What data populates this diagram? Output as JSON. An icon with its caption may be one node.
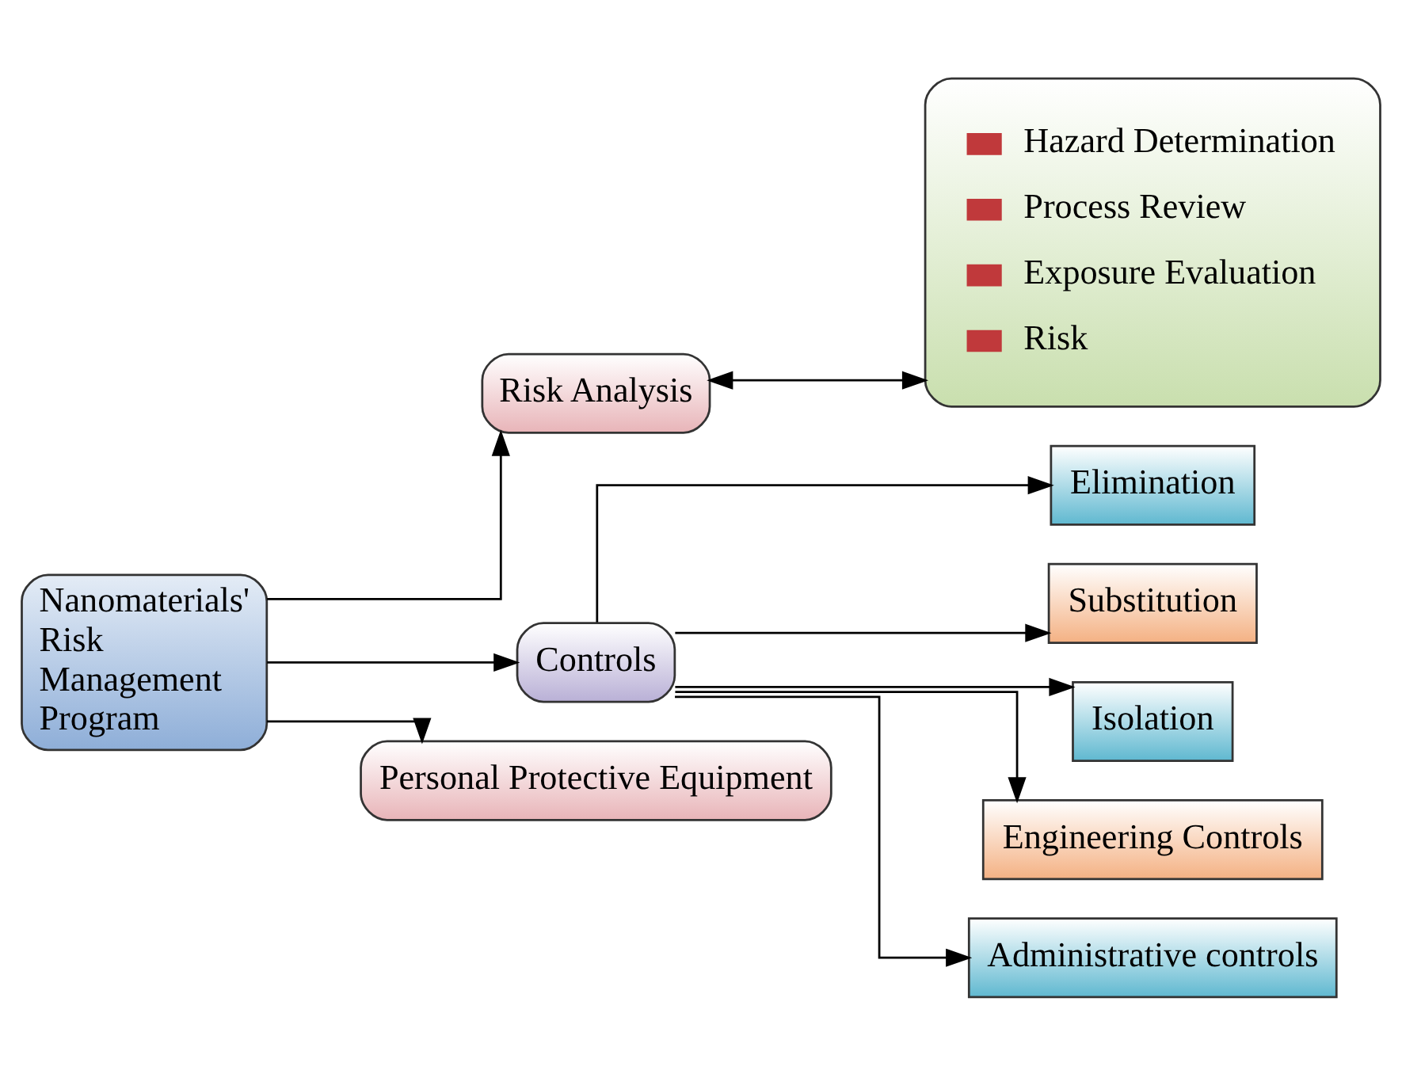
{
  "diagram": {
    "nodes": [
      {
        "text": [
          "Nanomaterials' Risk Management Program"
        ]
      },
      {
        "text": [
          "Risk Analysis"
        ]
      },
      {
        "text": [
          "Hazard Determination",
          "Process Review",
          "Exposure Evaluation",
          "Risk"
        ]
      },
      {
        "text": [
          "Controls"
        ]
      },
      {
        "text": [
          "Elimination"
        ]
      },
      {
        "text": [
          "Substitution"
        ]
      },
      {
        "text": [
          "Isolation"
        ]
      },
      {
        "text": [
          "Engineering Controls"
        ]
      },
      {
        "text": [
          "Administrative controls"
        ]
      },
      {
        "text": [
          "Personal Protective Equipment"
        ]
      }
    ],
    "edges": [
      {
        "from": 0,
        "to": 1,
        "arrow": "to"
      },
      {
        "from": 1,
        "to": 2,
        "arrow": "both"
      },
      {
        "from": 0,
        "to": 3,
        "arrow": "to"
      },
      {
        "from": 3,
        "to": 4,
        "arrow": "to"
      },
      {
        "from": 3,
        "to": 5,
        "arrow": "to"
      },
      {
        "from": 3,
        "to": 6,
        "arrow": "to"
      },
      {
        "from": 3,
        "to": 7,
        "arrow": "to"
      },
      {
        "from": 3,
        "to": 8,
        "arrow": "to"
      },
      {
        "from": 0,
        "to": 9,
        "arrow": "to"
      }
    ]
  }
}
